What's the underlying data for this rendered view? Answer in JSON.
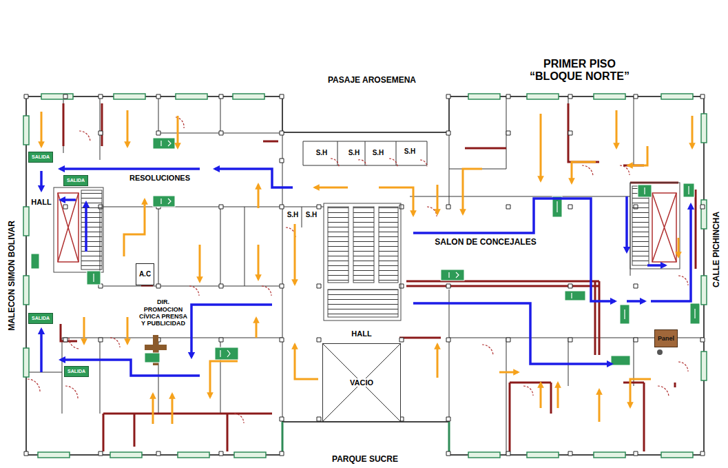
{
  "diagram": {
    "title": "PRIMER PISO “BLOQUE NORTE”",
    "nodes": [
      {
        "text": [
          "A.C"
        ]
      },
      {
        "text": [
          "VACIO"
        ]
      },
      {
        "text": [
          "Panel"
        ]
      },
      {
        "text": [
          "SALIDA"
        ]
      },
      {
        "text": [
          "SALIDA"
        ]
      },
      {
        "text": [
          "SALIDA"
        ]
      },
      {
        "text": [
          "SALIDA"
        ]
      }
    ],
    "labels": [
      "PASAJE AROSEMENA",
      "PARQUE SUCRE",
      "MALECON SIMON BOLIVAR",
      "CALLE PICHINCHA",
      "RESOLUCIONES",
      "HALL",
      "DIR. PROMOCION CÍVICA PRENSA Y PUBLICIDAD",
      "SALON DE CONCEJALES",
      "HALL",
      "S.H",
      "S.H",
      "S.H",
      "S.H",
      "S.H",
      "S.H"
    ]
  }
}
